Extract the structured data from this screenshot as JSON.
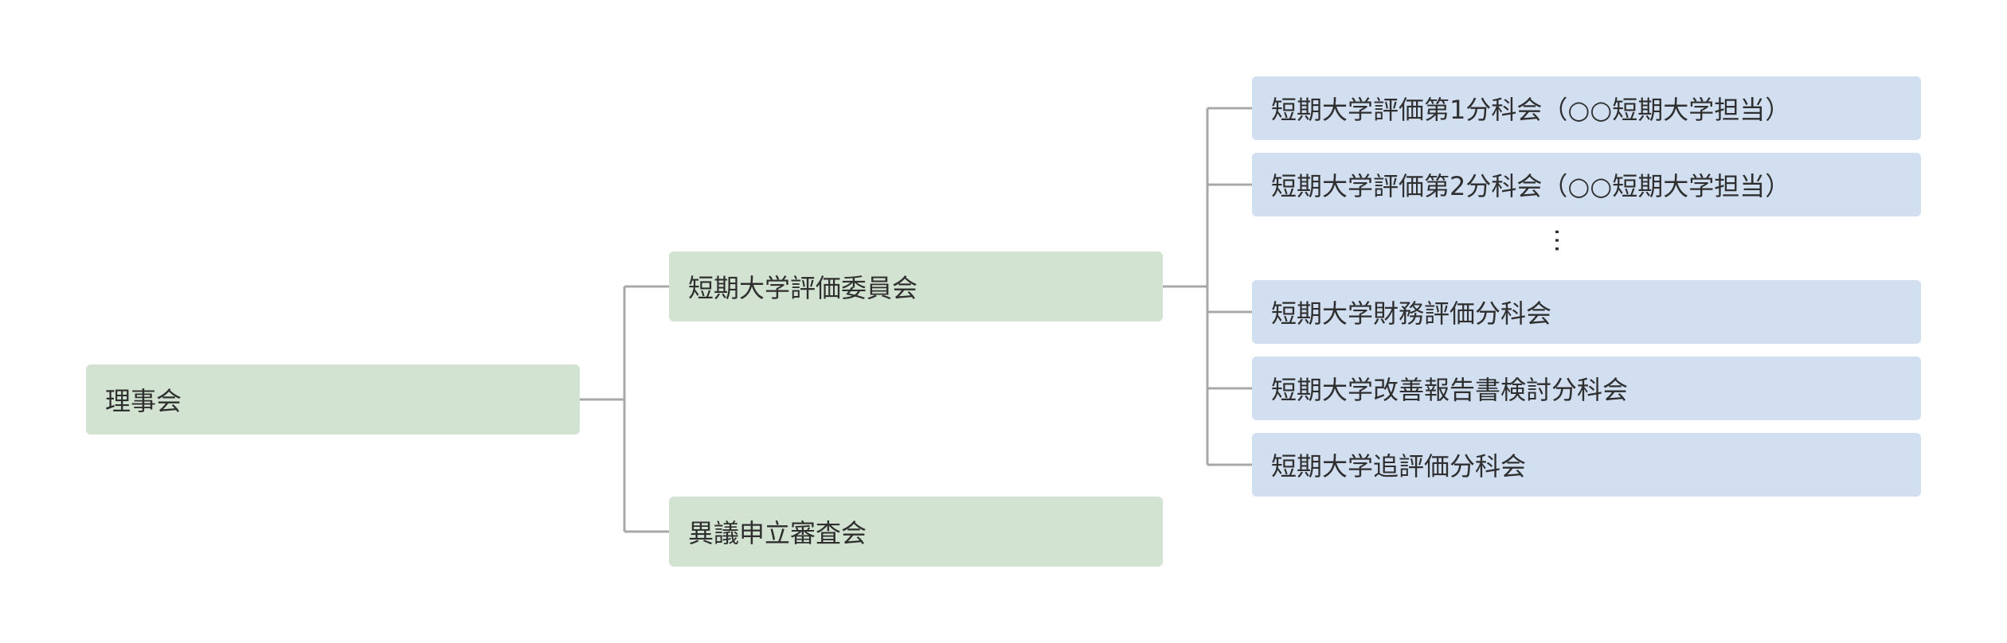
{
  "colors": {
    "green_box": "#d3e3d2",
    "blue_box": "#d1dff0",
    "connector": "#a8a8a8",
    "text": "#2f2f2f"
  },
  "root": {
    "label": "理事会"
  },
  "level1": [
    {
      "label": "短期大学評価委員会"
    },
    {
      "label": "異議申立審査会"
    }
  ],
  "subcommittees": [
    {
      "label": "短期大学評価第1分科会（○○短期大学担当）"
    },
    {
      "label": "短期大学評価第2分科会（○○短期大学担当）"
    },
    {
      "label": "短期大学財務評価分科会"
    },
    {
      "label": "短期大学改善報告書検討分科会"
    },
    {
      "label": "短期大学追評価分科会"
    }
  ],
  "ellipsis": "…"
}
